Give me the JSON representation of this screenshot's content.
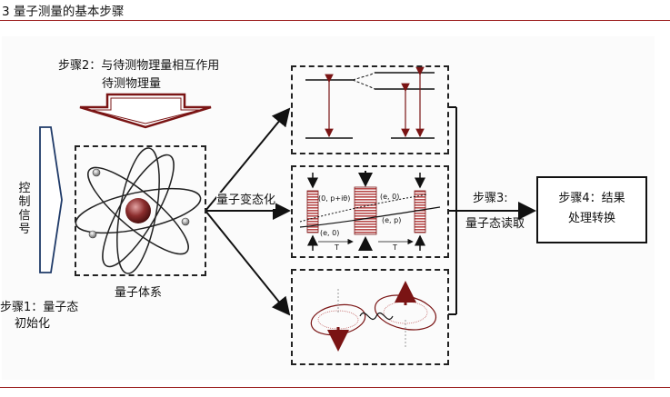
{
  "header": {
    "title": "3  量子测量的基本步骤"
  },
  "diagram": {
    "step2_label": "步骤2：与待测物理量相互作用",
    "step2_sub": "待测物理量",
    "control_label": [
      "控",
      "制",
      "信",
      "号"
    ],
    "step1_label_line1": "步骤1：量子态",
    "step1_label_line2": "初始化",
    "quantum_system_label": "量子体系",
    "state_change_label": "量子变态化",
    "step3_label": "步骤3:",
    "step3_sub": "量子态读取",
    "step4_label_line1": "步骤4：结果",
    "step4_label_line2": "处理转换",
    "pulse_labels": [
      "(0, p+iθ)",
      "(e, 0)",
      "(e, p)",
      "(e, 0)"
    ],
    "tau_labels": [
      "T",
      "T"
    ]
  },
  "colors": {
    "accent_red": "#9b1c1c",
    "arrow_red": "#7a1414",
    "nucleus": "#8b2d2d",
    "stripe": "#b84a4a"
  }
}
